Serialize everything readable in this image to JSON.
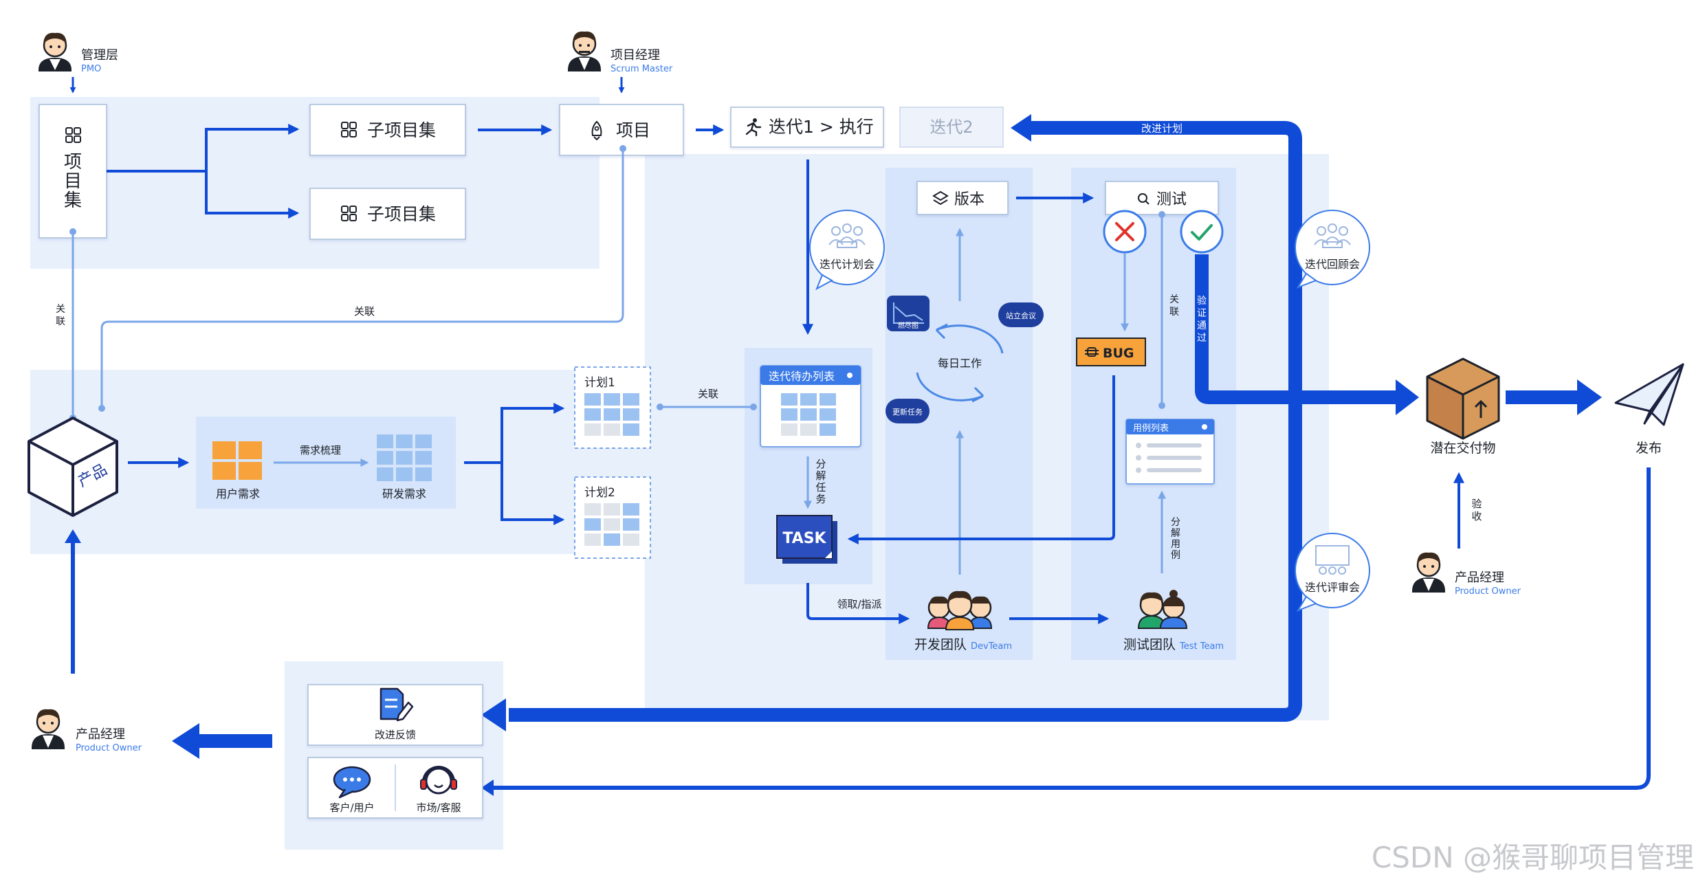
{
  "roles": {
    "management": {
      "title": "管理层",
      "subtitle": "PMO"
    },
    "project_manager": {
      "title": "项目经理",
      "subtitle": "Scrum Master"
    },
    "product_owner_right": {
      "title": "产品经理",
      "subtitle": "Product Owner"
    },
    "product_owner_left": {
      "title": "产品经理",
      "subtitle": "Product Owner"
    }
  },
  "nodes": {
    "portfolio": [
      "项",
      "目",
      "集"
    ],
    "subproject_1": "子项目集",
    "subproject_2": "子项目集",
    "project": "项目",
    "sprint1": "迭代1 > 执行",
    "sprint2": "迭代2",
    "product": "产品",
    "user_req": "用户需求",
    "grooming": "需求梳理",
    "dev_req": "研发需求",
    "plan1": "计划1",
    "plan2": "计划2",
    "backlog": "迭代待办列表",
    "decompose": [
      "分",
      "解",
      "任",
      "务"
    ],
    "task": "TASK",
    "claim": "领取/指派",
    "version": "版本",
    "daily": "每日工作",
    "burndown": "燃尽图",
    "standup": "站立会议",
    "update_task": "更新任务",
    "dev_team": "开发团队",
    "dev_team_en": "DevTeam",
    "test": "测试",
    "bug": "BUG",
    "case_list": "用例列表",
    "decompose_case": [
      "分",
      "解",
      "用",
      "例"
    ],
    "test_team": "测试团队",
    "test_team_en": "Test Team",
    "verified": [
      "验",
      "证",
      "通",
      "过"
    ],
    "deliverable": "潜在交付物",
    "release": "发布",
    "acceptance": [
      "验",
      "收"
    ],
    "feedback": "改进反馈",
    "customer": "客户/用户",
    "market": "市场/客服"
  },
  "meetings": {
    "planning": "迭代计划会",
    "retro": "迭代回顾会",
    "review": "迭代评审会"
  },
  "links": {
    "relate_vertical": [
      "关",
      "联"
    ],
    "relate_horizontal": "关联",
    "relate_plan": "关联",
    "relate_test": [
      "关",
      "联"
    ],
    "improve_plan": "改进计划"
  },
  "watermark": "CSDN @猴哥聊项目管理",
  "colors": {
    "primary": "#0f4bd6",
    "panel": "#e8f0fc",
    "panel_dark": "#d6e5fb",
    "link": "#7aa6e8",
    "orange": "#f7a23b",
    "check": "#22a56a",
    "cross": "#e0322b"
  }
}
